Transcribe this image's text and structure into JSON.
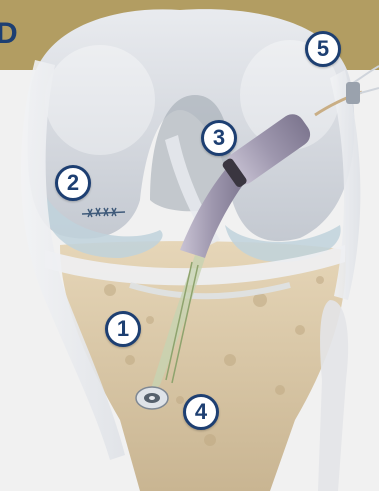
{
  "header": {
    "partial_label": "D",
    "band_color": "#b29d62",
    "label_color": "#1d3f72"
  },
  "callouts": [
    {
      "id": "1",
      "label": "1"
    },
    {
      "id": "2",
      "label": "2"
    },
    {
      "id": "3",
      "label": "3"
    },
    {
      "id": "4",
      "label": "4"
    },
    {
      "id": "5",
      "label": "5"
    }
  ],
  "colors": {
    "callout_ring": "#1d3f72",
    "bone": "#d9c8a8",
    "cartilage": "#cfd6dd",
    "graft": "#a7a2b5"
  }
}
